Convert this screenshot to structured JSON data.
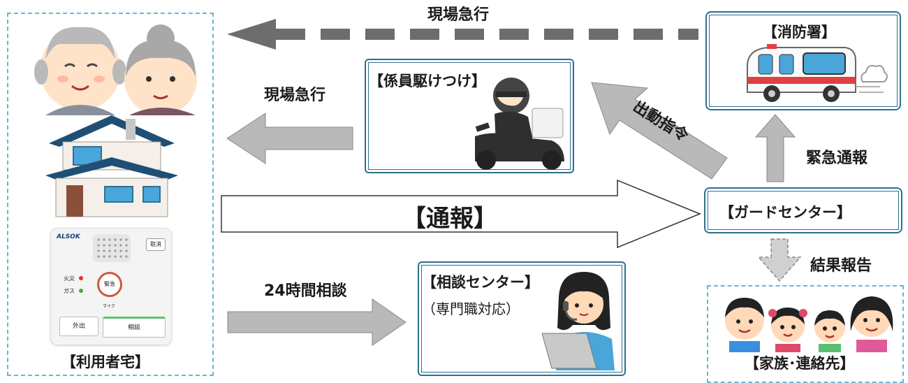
{
  "nodes": {
    "user_home": {
      "title": "【利用者宅】"
    },
    "staff": {
      "title": "【係員駆けつけ】"
    },
    "fire_station": {
      "title": "【消防署】"
    },
    "guard_center": {
      "title": "【ガードセンター】"
    },
    "consult_center": {
      "title": "【相談センター】",
      "subtitle": "（専門職対応）"
    },
    "family": {
      "title": "【家族･連絡先】"
    }
  },
  "device": {
    "brand": "ALSOK",
    "cancel_label": "取消",
    "emergency_label": "緊急",
    "fire_label": "火災",
    "gas_label": "ガス",
    "mic_label": "マイク",
    "out_label": "外出",
    "consult_label": "相談"
  },
  "arrows": {
    "top_dispatch": "現場急行",
    "staff_dispatch": "現場急行",
    "report": "【通報】",
    "dispatch_order": "出動指令",
    "emergency_call": "緊急通報",
    "result_report": "結果報告",
    "consult_24h": "24時間相談"
  },
  "colors": {
    "box_border": "#2e6f8e",
    "dashed_border": "#6fb3d2",
    "arrow_gray": "#b9b9b9",
    "dashed_arrow": "#6d6d6d"
  }
}
